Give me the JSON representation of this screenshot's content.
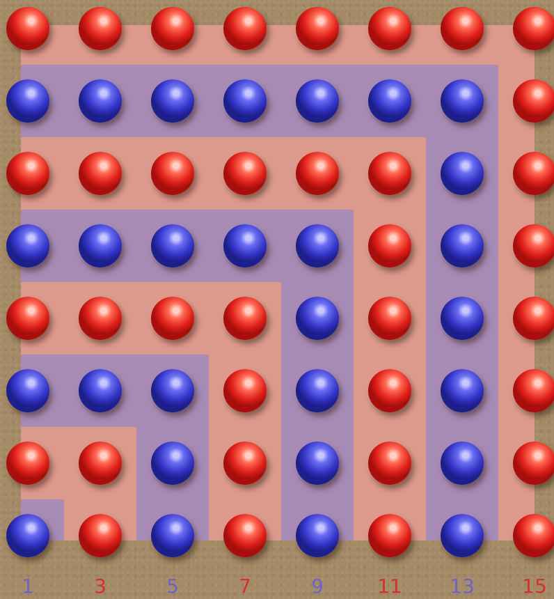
{
  "colors": {
    "background": "#a48a66",
    "red_region": "#dc9a8c",
    "blue_region": "#a78bb4",
    "red_ball": "#e0201a",
    "blue_ball": "#3535c8",
    "red_label": "#d33131",
    "blue_label": "#6f63c8"
  },
  "grid": {
    "rows": [
      [
        "red",
        "red",
        "red",
        "red",
        "red",
        "red",
        "red",
        "red"
      ],
      [
        "blue",
        "blue",
        "blue",
        "blue",
        "blue",
        "blue",
        "blue",
        "red"
      ],
      [
        "red",
        "red",
        "red",
        "red",
        "red",
        "red",
        "blue",
        "red"
      ],
      [
        "blue",
        "blue",
        "blue",
        "blue",
        "blue",
        "red",
        "blue",
        "red"
      ],
      [
        "red",
        "red",
        "red",
        "red",
        "blue",
        "red",
        "blue",
        "red"
      ],
      [
        "blue",
        "blue",
        "blue",
        "red",
        "blue",
        "red",
        "blue",
        "red"
      ],
      [
        "red",
        "red",
        "blue",
        "red",
        "blue",
        "red",
        "blue",
        "red"
      ],
      [
        "blue",
        "red",
        "blue",
        "red",
        "blue",
        "red",
        "blue",
        "red"
      ]
    ]
  },
  "column_labels": [
    {
      "text": "1",
      "color": "blue"
    },
    {
      "text": "3",
      "color": "red"
    },
    {
      "text": "5",
      "color": "blue"
    },
    {
      "text": "7",
      "color": "red"
    },
    {
      "text": "9",
      "color": "blue"
    },
    {
      "text": "11",
      "color": "red"
    },
    {
      "text": "13",
      "color": "blue"
    },
    {
      "text": "15",
      "color": "red"
    }
  ]
}
